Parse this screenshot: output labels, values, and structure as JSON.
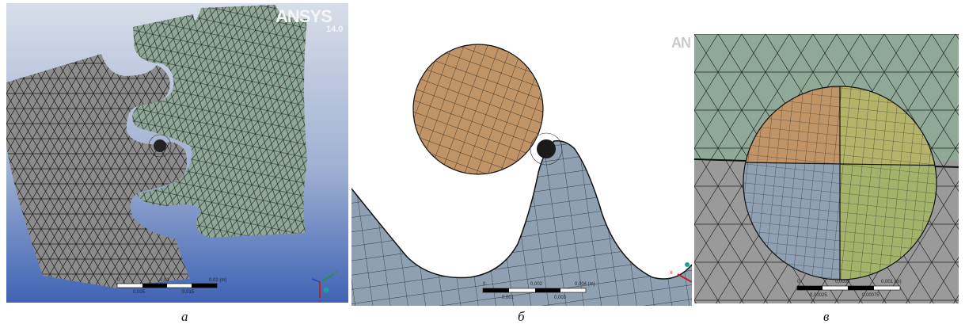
{
  "panels": [
    {
      "id": "a",
      "caption": "а",
      "logo": "ANSYS",
      "version": "14.0",
      "scale_top": [
        "0",
        "0,01",
        "0,02 (m)"
      ],
      "scale_bottom": [
        "0,005",
        "0,015"
      ],
      "axes": [
        "y",
        "x",
        "z"
      ]
    },
    {
      "id": "b",
      "caption": "б",
      "logo": "AN",
      "scale_top": [
        "0",
        "0,002",
        "0,004 (m)"
      ],
      "scale_bottom": [
        "0,001",
        "0,003"
      ],
      "axes": [
        "x"
      ]
    },
    {
      "id": "c",
      "caption": "в",
      "scale_top": [
        "0",
        "0,0005",
        "0,001 (m)"
      ],
      "scale_bottom": [
        "0,00025",
        "0,00075"
      ]
    }
  ],
  "colors": {
    "grey_mesh": "#8c8c8c",
    "green_mesh": "#8fa898",
    "orange_disk": "#c09466",
    "blue_mesh": "#8fa0b2",
    "yellow_quadrant": "#b3b46a",
    "olive_quadrant": "#a3b46a",
    "mesh_line": "#1b1b1b"
  }
}
